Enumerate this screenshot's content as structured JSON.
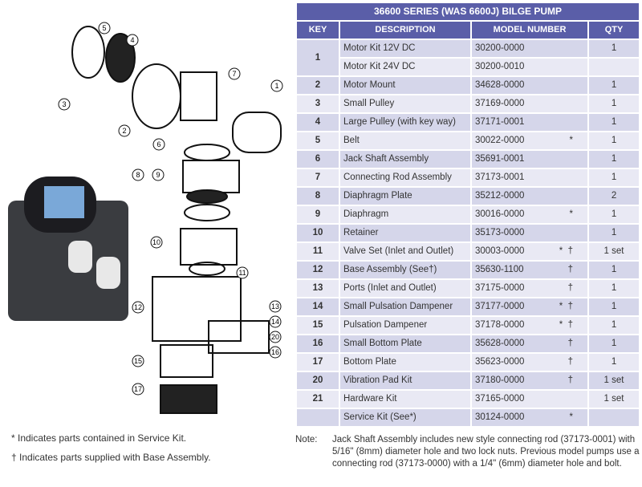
{
  "table": {
    "title": "36600 SERIES (WAS 6600J) BILGE PUMP",
    "headers": [
      "KEY",
      "DESCRIPTION",
      "MODEL NUMBER",
      "QTY"
    ],
    "rows": [
      {
        "key": "1",
        "desc": "Motor Kit 12V DC",
        "model": "30200-0000",
        "marks": "",
        "qty": "1"
      },
      {
        "key": "",
        "desc": "Motor Kit 24V DC",
        "model": "30200-0010",
        "marks": "",
        "qty": ""
      },
      {
        "key": "2",
        "desc": "Motor Mount",
        "model": "34628-0000",
        "marks": "",
        "qty": "1"
      },
      {
        "key": "3",
        "desc": "Small Pulley",
        "model": "37169-0000",
        "marks": "",
        "qty": "1"
      },
      {
        "key": "4",
        "desc": "Large Pulley (with key way)",
        "model": "37171-0001",
        "marks": "",
        "qty": "1"
      },
      {
        "key": "5",
        "desc": "Belt",
        "model": "30022-0000",
        "marks": "*",
        "qty": "1"
      },
      {
        "key": "6",
        "desc": "Jack Shaft Assembly",
        "model": "35691-0001",
        "marks": "",
        "qty": "1"
      },
      {
        "key": "7",
        "desc": "Connecting Rod Assembly",
        "model": "37173-0001",
        "marks": "",
        "qty": "1"
      },
      {
        "key": "8",
        "desc": "Diaphragm Plate",
        "model": "35212-0000",
        "marks": "",
        "qty": "2"
      },
      {
        "key": "9",
        "desc": "Diaphragm",
        "model": "30016-0000",
        "marks": "*",
        "qty": "1"
      },
      {
        "key": "10",
        "desc": "Retainer",
        "model": "35173-0000",
        "marks": "",
        "qty": "1"
      },
      {
        "key": "11",
        "desc": "Valve Set (Inlet and Outlet)",
        "model": "30003-0000",
        "marks": "*  †",
        "qty": "1 set"
      },
      {
        "key": "12",
        "desc": "Base Assembly  (See†)",
        "model": "35630-1100",
        "marks": "   †",
        "qty": "1"
      },
      {
        "key": "13",
        "desc": "Ports (Inlet and Outlet)",
        "model": "37175-0000",
        "marks": "   †",
        "qty": "1"
      },
      {
        "key": "14",
        "desc": "Small Pulsation Dampener",
        "model": "37177-0000",
        "marks": "*  †",
        "qty": "1"
      },
      {
        "key": "15",
        "desc": "Pulsation Dampener",
        "model": "37178-0000",
        "marks": "*  †",
        "qty": "1"
      },
      {
        "key": "16",
        "desc": "Small Bottom Plate",
        "model": "35628-0000",
        "marks": "   †",
        "qty": "1"
      },
      {
        "key": "17",
        "desc": "Bottom Plate",
        "model": "35623-0000",
        "marks": "   †",
        "qty": "1"
      },
      {
        "key": "20",
        "desc": "Vibration Pad Kit",
        "model": "37180-0000",
        "marks": "   †",
        "qty": "1 set"
      },
      {
        "key": "21",
        "desc": "Hardware Kit",
        "model": "37165-0000",
        "marks": "",
        "qty": "1 set"
      },
      {
        "key": "",
        "desc": "Service Kit  (See*)",
        "model": "30124-0000",
        "marks": "*",
        "qty": ""
      }
    ]
  },
  "legend": [
    "*  Indicates parts contained in Service Kit.",
    "†  Indicates parts supplied with Base Assembly."
  ],
  "note": {
    "label": "Note:",
    "text": "Jack Shaft Assembly includes new style connecting rod (37173-0001) with 5/16\" (8mm) diameter hole and two lock nuts. Previous model pumps use a connecting rod (37173-0000) with a 1/4\" (6mm) diameter hole and bolt."
  },
  "diagram_callouts": [
    "1",
    "2",
    "3",
    "4",
    "5",
    "6",
    "7",
    "8",
    "9",
    "10",
    "11",
    "12",
    "13",
    "14",
    "15",
    "16",
    "17",
    "20"
  ]
}
